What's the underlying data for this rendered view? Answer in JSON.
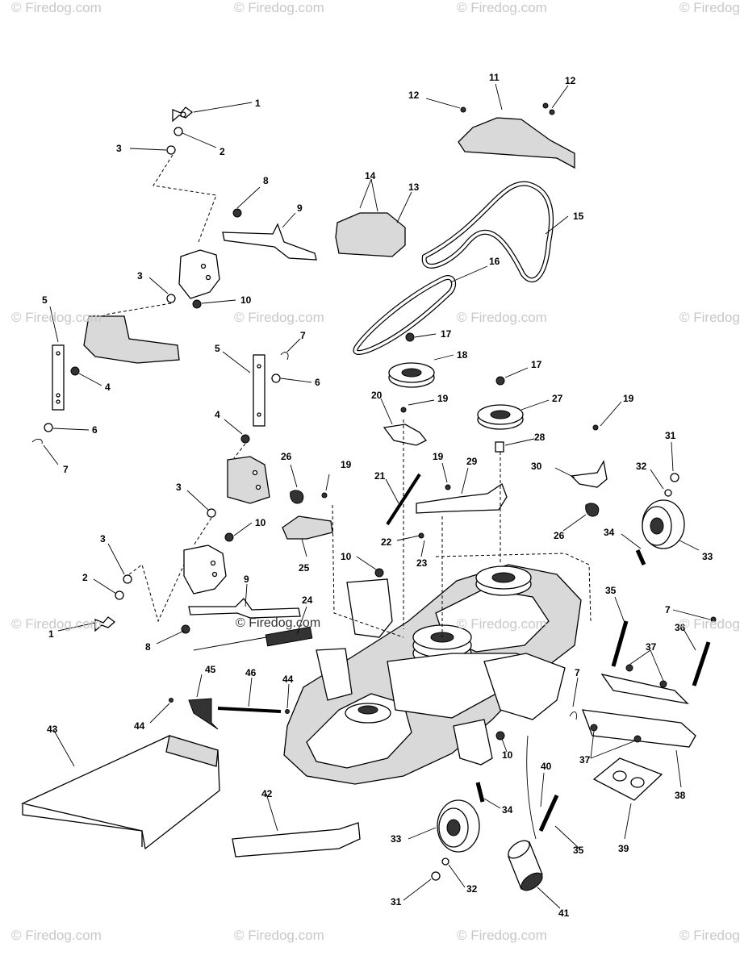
{
  "watermark": {
    "text": "© Firedog.com"
  },
  "center_watermark": {
    "text": "© Firedog.com"
  },
  "callouts": [
    {
      "n": "1"
    },
    {
      "n": "2"
    },
    {
      "n": "3"
    },
    {
      "n": "3"
    },
    {
      "n": "5"
    },
    {
      "n": "4"
    },
    {
      "n": "6"
    },
    {
      "n": "7"
    },
    {
      "n": "8"
    },
    {
      "n": "9"
    },
    {
      "n": "10"
    },
    {
      "n": "5"
    },
    {
      "n": "7"
    },
    {
      "n": "6"
    },
    {
      "n": "4"
    },
    {
      "n": "3"
    },
    {
      "n": "10"
    },
    {
      "n": "3"
    },
    {
      "n": "2"
    },
    {
      "n": "1"
    },
    {
      "n": "8"
    },
    {
      "n": "9"
    },
    {
      "n": "11"
    },
    {
      "n": "12"
    },
    {
      "n": "12"
    },
    {
      "n": "14"
    },
    {
      "n": "13"
    },
    {
      "n": "15"
    },
    {
      "n": "16"
    },
    {
      "n": "17"
    },
    {
      "n": "18"
    },
    {
      "n": "17"
    },
    {
      "n": "27"
    },
    {
      "n": "20"
    },
    {
      "n": "19"
    },
    {
      "n": "28"
    },
    {
      "n": "19"
    },
    {
      "n": "19"
    },
    {
      "n": "29"
    },
    {
      "n": "21"
    },
    {
      "n": "26"
    },
    {
      "n": "19"
    },
    {
      "n": "22"
    },
    {
      "n": "23"
    },
    {
      "n": "25"
    },
    {
      "n": "10"
    },
    {
      "n": "24"
    },
    {
      "n": "30"
    },
    {
      "n": "31"
    },
    {
      "n": "32"
    },
    {
      "n": "26"
    },
    {
      "n": "34"
    },
    {
      "n": "33"
    },
    {
      "n": "35"
    },
    {
      "n": "7"
    },
    {
      "n": "36"
    },
    {
      "n": "37"
    },
    {
      "n": "7"
    },
    {
      "n": "37"
    },
    {
      "n": "38"
    },
    {
      "n": "39"
    },
    {
      "n": "10"
    },
    {
      "n": "45"
    },
    {
      "n": "46"
    },
    {
      "n": "44"
    },
    {
      "n": "44"
    },
    {
      "n": "43"
    },
    {
      "n": "42"
    },
    {
      "n": "34"
    },
    {
      "n": "40"
    },
    {
      "n": "35"
    },
    {
      "n": "33"
    },
    {
      "n": "32"
    },
    {
      "n": "31"
    },
    {
      "n": "41"
    }
  ]
}
